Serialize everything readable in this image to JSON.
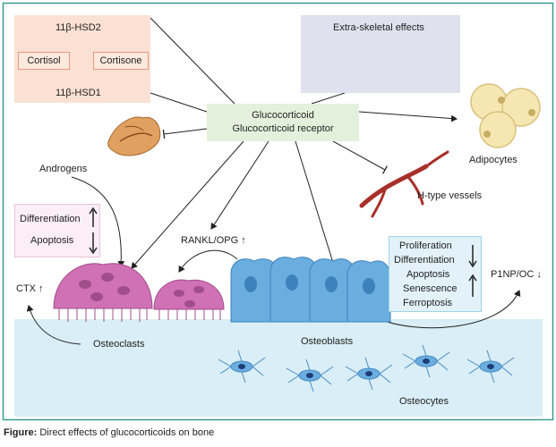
{
  "enzymes": {
    "top": "11β-HSD2",
    "bottom": "11β-HSD1",
    "cortisol": "Cortisol",
    "cortisone": "Cortisone"
  },
  "center": {
    "line1": "Glucocorticoid",
    "line2": "Glucocorticoid receptor"
  },
  "extra_skeletal": {
    "title": "Extra-skeletal effects"
  },
  "labels": {
    "adipocytes": "Adipocytes",
    "androgens": "Androgens",
    "htype": "H-type vessels",
    "rankl": "RANKL/OPG ↑",
    "ctx": "CTX ↑",
    "p1np": "P1NP/OC ↓",
    "osteoclasts": "Osteoclasts",
    "osteoblasts": "Osteoblasts",
    "osteocytes": "Osteocytes"
  },
  "osteoclast_box": {
    "items": [
      "Differentiation",
      "Apoptosis"
    ]
  },
  "osteoblast_box": {
    "items": [
      "Proliferation",
      "Differentiation",
      "Apoptosis",
      "Senescence",
      "Ferroptosis"
    ]
  },
  "caption": {
    "label": "Figure:",
    "text": " Direct effects of glucocorticoids on bone"
  },
  "colors": {
    "bone": "#d9eef6",
    "osteoclast": "#d070b5",
    "osteoblast": "#6aaee0",
    "gr_box": "#e3f1dc",
    "enzyme_box": "#fbe1d3",
    "extra_box": "#dfe2ee",
    "frame": "#3a9d8f"
  }
}
